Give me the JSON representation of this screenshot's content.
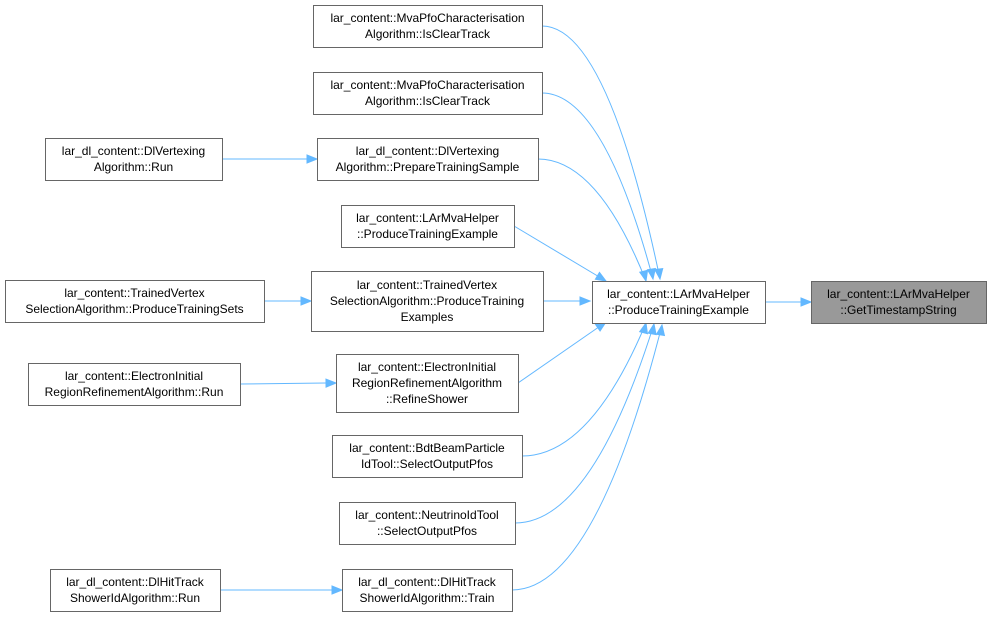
{
  "root": {
    "id": "gts",
    "lines": [
      "lar_content::LArMvaHelper",
      "::GetTimestampString"
    ]
  },
  "nodes": [
    {
      "id": "gts",
      "lines": [
        "lar_content::LArMvaHelper",
        "::GetTimestampString"
      ]
    },
    {
      "id": "pte",
      "lines": [
        "lar_content::LArMvaHelper",
        "::ProduceTrainingExample"
      ]
    },
    {
      "id": "mva1",
      "lines": [
        "lar_content::MvaPfoCharacterisation",
        "Algorithm::IsClearTrack"
      ]
    },
    {
      "id": "mva2",
      "lines": [
        "lar_content::MvaPfoCharacterisation",
        "Algorithm::IsClearTrack"
      ]
    },
    {
      "id": "dlv_pts",
      "lines": [
        "lar_dl_content::DlVertexing",
        "Algorithm::PrepareTrainingSample"
      ]
    },
    {
      "id": "dlv_run",
      "lines": [
        "lar_dl_content::DlVertexing",
        "Algorithm::Run"
      ]
    },
    {
      "id": "lmh_pte",
      "lines": [
        "lar_content::LArMvaHelper",
        "::ProduceTrainingExample"
      ]
    },
    {
      "id": "tvs_pte",
      "lines": [
        "lar_content::TrainedVertex",
        "SelectionAlgorithm::ProduceTraining",
        "Examples"
      ]
    },
    {
      "id": "tvs_pts",
      "lines": [
        "lar_content::TrainedVertex",
        "SelectionAlgorithm::ProduceTrainingSets"
      ]
    },
    {
      "id": "eir_rs",
      "lines": [
        "lar_content::ElectronInitial",
        "RegionRefinementAlgorithm",
        "::RefineShower"
      ]
    },
    {
      "id": "eir_run",
      "lines": [
        "lar_content::ElectronInitial",
        "RegionRefinementAlgorithm::Run"
      ]
    },
    {
      "id": "bdt",
      "lines": [
        "lar_content::BdtBeamParticle",
        "IdTool::SelectOutputPfos"
      ]
    },
    {
      "id": "nid",
      "lines": [
        "lar_content::NeutrinoIdTool",
        "::SelectOutputPfos"
      ]
    },
    {
      "id": "dlh_train",
      "lines": [
        "lar_dl_content::DlHitTrack",
        "ShowerIdAlgorithm::Train"
      ]
    },
    {
      "id": "dlh_run",
      "lines": [
        "lar_dl_content::DlHitTrack",
        "ShowerIdAlgorithm::Run"
      ]
    }
  ],
  "edges": [
    {
      "from": "pte",
      "to": "gts"
    },
    {
      "from": "mva1",
      "to": "pte"
    },
    {
      "from": "mva2",
      "to": "pte"
    },
    {
      "from": "dlv_pts",
      "to": "pte"
    },
    {
      "from": "lmh_pte",
      "to": "pte"
    },
    {
      "from": "tvs_pte",
      "to": "pte"
    },
    {
      "from": "eir_rs",
      "to": "pte"
    },
    {
      "from": "bdt",
      "to": "pte"
    },
    {
      "from": "nid",
      "to": "pte"
    },
    {
      "from": "dlh_train",
      "to": "pte"
    },
    {
      "from": "dlv_run",
      "to": "dlv_pts"
    },
    {
      "from": "tvs_pts",
      "to": "tvs_pte"
    },
    {
      "from": "eir_run",
      "to": "eir_rs"
    },
    {
      "from": "dlh_run",
      "to": "dlh_train"
    }
  ],
  "colors": {
    "edge": "#63b8ff",
    "box_border": "#666666",
    "root_fill": "#999999",
    "node_fill": "#ffffff"
  }
}
